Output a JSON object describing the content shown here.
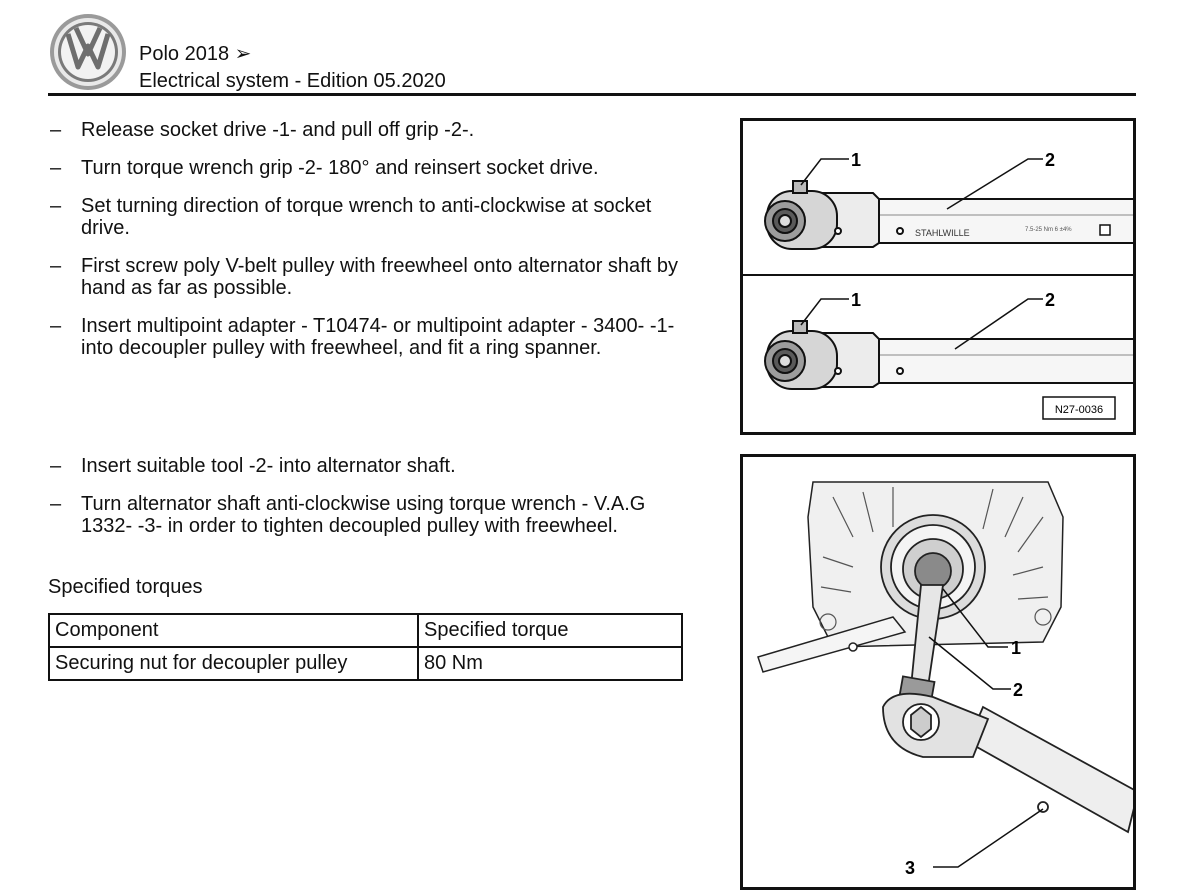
{
  "header": {
    "model": "Polo 2018 ➢",
    "edition": "Electrical system - Edition 05.2020"
  },
  "icons": {
    "brand": "vw-logo-icon"
  },
  "steps_top": [
    "Release socket drive -1- and pull off grip -2-.",
    "Turn torque wrench grip -2- 180° and reinsert socket drive.",
    "Set turning direction of torque wrench to anti-clockwise at socket drive.",
    "First screw poly V-belt pulley with freewheel onto alternator shaft by hand as far as possible.",
    "Insert multipoint adapter - T10474- or multipoint adapter - 3400- -1- into decoupler pulley with freewheel, and fit a ring spanner."
  ],
  "steps_bottom": [
    "Insert suitable tool -2- into alternator shaft.",
    "Turn alternator shaft anti-clockwise using torque wrench - V.A.G 1332- -3- in order to tighten decoupled pulley with freewheel."
  ],
  "bullet": "–",
  "specified_torques": {
    "title": "Specified torques",
    "headers": [
      "Component",
      "Specified torque"
    ],
    "rows": [
      [
        "Securing nut for decoupler pulley",
        "80 Nm"
      ]
    ]
  },
  "figure1": {
    "callouts": [
      "1",
      "2",
      "1",
      "2"
    ],
    "brand_text": "STAHLWILLE",
    "fine_print": "7.5-25 Nm 6 ±4%",
    "ref": "N27-0036"
  },
  "figure2": {
    "callouts": [
      "1",
      "2",
      "3"
    ]
  }
}
